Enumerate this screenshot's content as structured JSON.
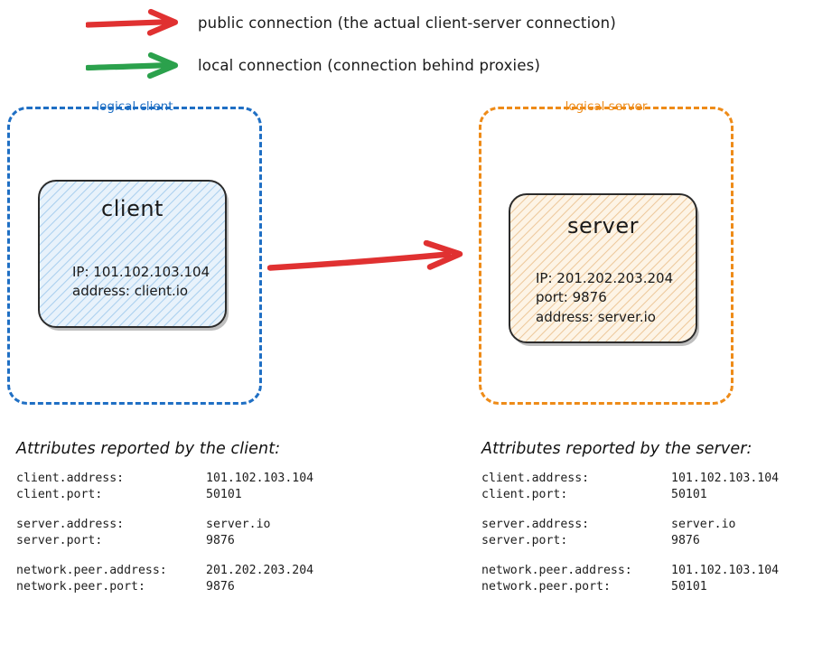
{
  "colors": {
    "public_arrow": "#e03131",
    "local_arrow": "#2ba14c",
    "logical_client_border": "#1f6fc4",
    "logical_server_border": "#ee8b18",
    "client_fill": "#e8f2fb",
    "client_hatch": "#a9cfee",
    "server_fill": "#fdf4e6",
    "server_hatch": "#edc89a",
    "node_border": "#2b2b2b",
    "text": "#1a1a1a"
  },
  "legend": {
    "items": [
      {
        "arrow_icon": "red-right-arrow-icon",
        "color": "#e03131",
        "label": "public connection (the actual client-server connection)"
      },
      {
        "arrow_icon": "green-right-arrow-icon",
        "color": "#2ba14c",
        "label": "local connection (connection behind proxies)"
      }
    ]
  },
  "diagram": {
    "connector": {
      "icon": "red-right-arrow-icon",
      "color": "#e03131",
      "kind": "public connection"
    },
    "logical_client": {
      "label": "logical client",
      "node": {
        "title": "client",
        "lines": [
          "IP: 101.102.103.104",
          "address: client.io"
        ]
      }
    },
    "logical_server": {
      "label": "logical server",
      "node": {
        "title": "server",
        "lines": [
          "IP: 201.202.203.204",
          "port: 9876",
          "address: server.io"
        ]
      }
    }
  },
  "attributes": {
    "client_table": {
      "heading": "Attributes reported by the client:",
      "groups": [
        {
          "rows": [
            {
              "key": "client.address:",
              "value": "101.102.103.104"
            },
            {
              "key": "client.port:",
              "value": "50101"
            }
          ]
        },
        {
          "rows": [
            {
              "key": "server.address:",
              "value": "server.io"
            },
            {
              "key": "server.port:",
              "value": "9876"
            }
          ]
        },
        {
          "rows": [
            {
              "key": "network.peer.address:",
              "value": "201.202.203.204"
            },
            {
              "key": "network.peer.port:",
              "value": "9876"
            }
          ]
        }
      ]
    },
    "server_table": {
      "heading": "Attributes reported by the server:",
      "groups": [
        {
          "rows": [
            {
              "key": "client.address:",
              "value": "101.102.103.104"
            },
            {
              "key": "client.port:",
              "value": "50101"
            }
          ]
        },
        {
          "rows": [
            {
              "key": "server.address:",
              "value": "server.io"
            },
            {
              "key": "server.port:",
              "value": "9876"
            }
          ]
        },
        {
          "rows": [
            {
              "key": "network.peer.address:",
              "value": "101.102.103.104"
            },
            {
              "key": "network.peer.port:",
              "value": "50101"
            }
          ]
        }
      ]
    }
  }
}
